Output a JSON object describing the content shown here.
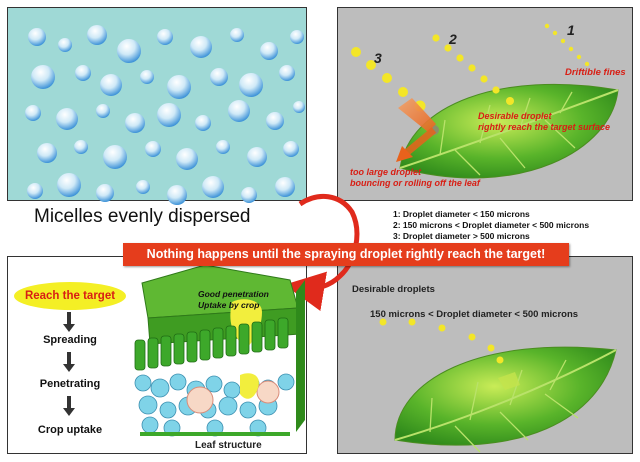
{
  "micelles_panel": {
    "caption": "Micelles evenly dispersed",
    "background_color": "#9fd9d6"
  },
  "droplet_panel": {
    "trajectory_numbers": [
      "1",
      "2",
      "3"
    ],
    "label_driftible": "Driftible fines",
    "label_desirable_line1": "Desirable droplet",
    "label_desirable_line2": "rightly reach the target surface",
    "label_large_line1": "too large droplet",
    "label_large_line2": "bouncing or rolling off the leaf"
  },
  "size_legend": [
    "1: Droplet diameter < 150 microns",
    "2: 150 microns < Droplet diameter < 500 microns",
    "3: Droplet diameter > 500 microns"
  ],
  "banner": {
    "text": "Nothing happens until the spraying droplet rightly reach the target!",
    "color": "#e53d1c"
  },
  "process_panel": {
    "target_label": "Reach the target",
    "steps": [
      "Spreading",
      "Penetrating",
      "Crop uptake"
    ],
    "leaf_note_line1": "Good penetration",
    "leaf_note_line2": "Uptake by crop",
    "leaf_structure_label": "Leaf structure"
  },
  "desirable_panel": {
    "title": "Desirable droplets",
    "range": "150 microns < Droplet diameter < 500 microns"
  }
}
